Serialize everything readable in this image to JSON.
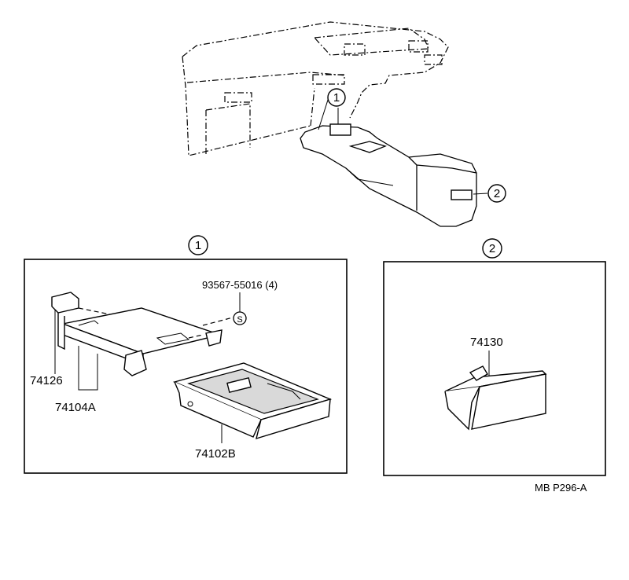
{
  "callouts": {
    "c1": "1",
    "c2": "2"
  },
  "panel1": {
    "title_num": "1",
    "bolt_part": "93567-55016 (4)",
    "bolt_symbol": "S",
    "bracket_part": "74126",
    "assembly_part": "74104A",
    "tray_part": "74102B"
  },
  "panel2": {
    "title_num": "2",
    "ashtray_part": "74130"
  },
  "footer": {
    "ref_code": "MB  P296-A"
  }
}
